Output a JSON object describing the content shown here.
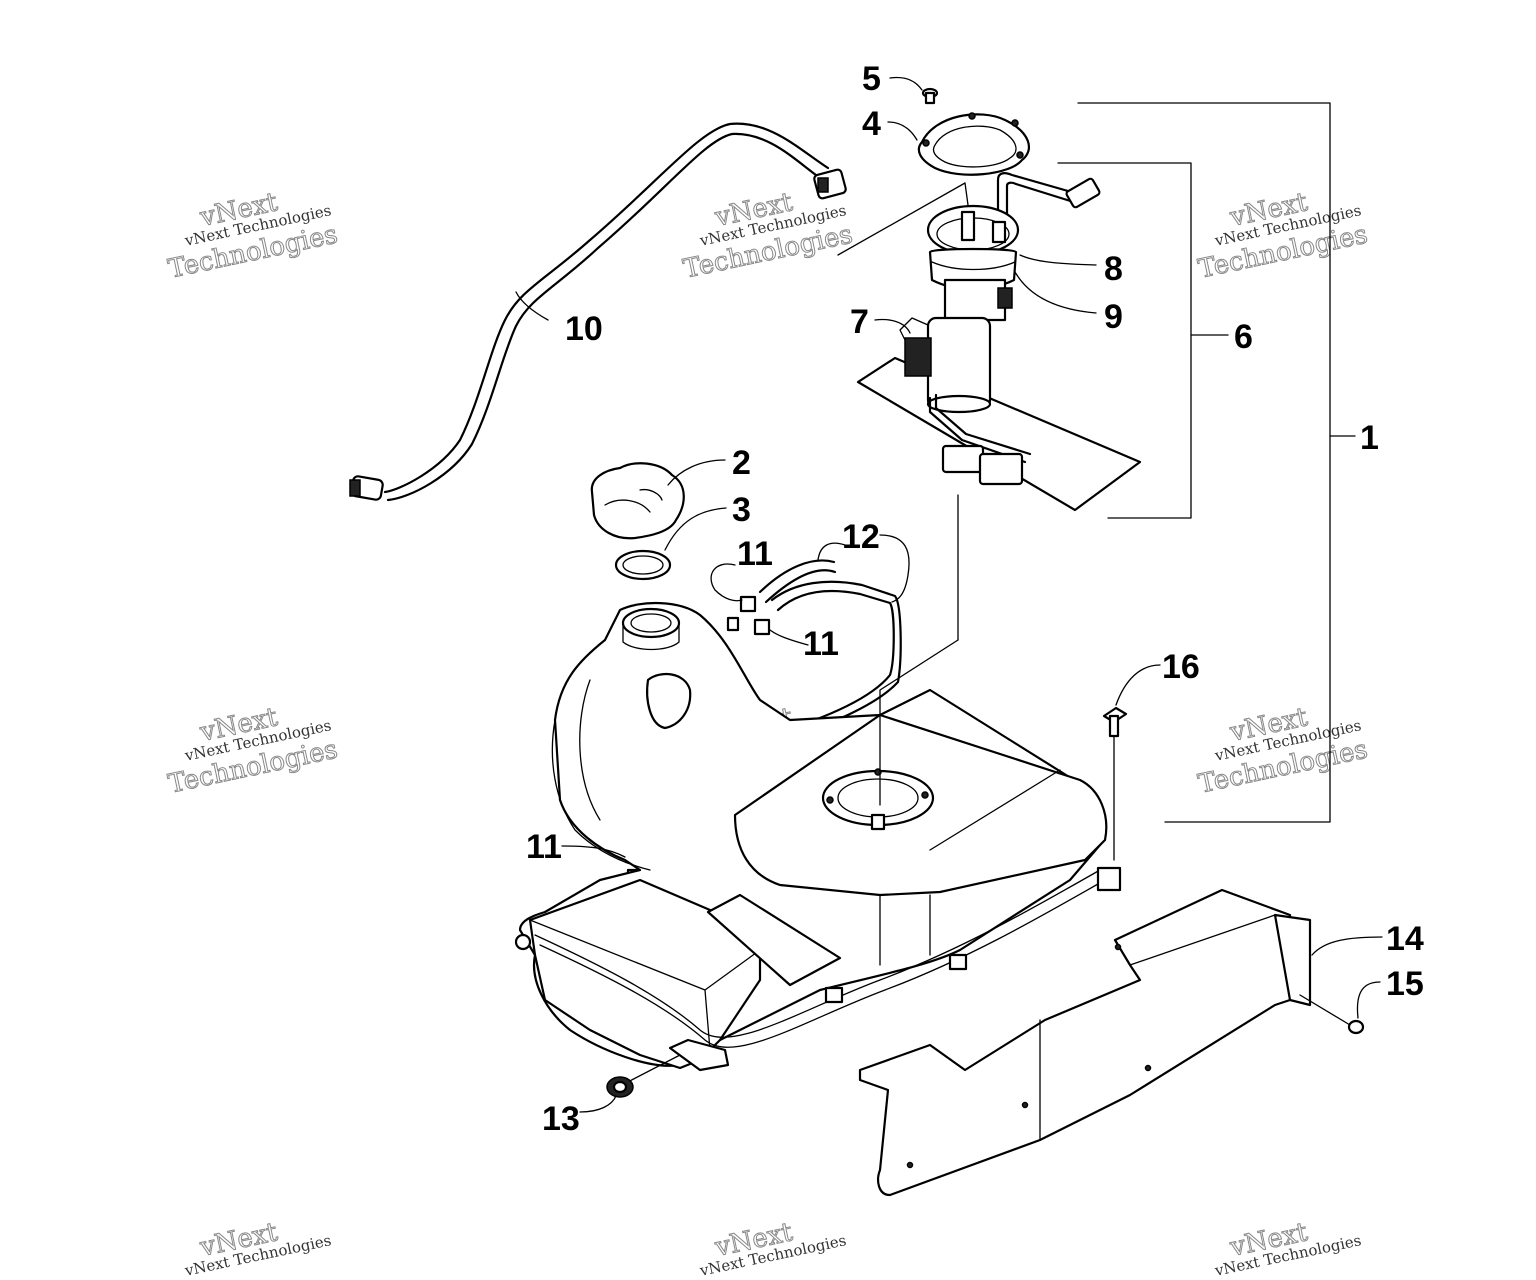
{
  "callouts": {
    "c1": "1",
    "c2": "2",
    "c3": "3",
    "c4": "4",
    "c5": "5",
    "c6": "6",
    "c7": "7",
    "c8": "8",
    "c9": "9",
    "c10": "10",
    "c11a": "11",
    "c11b": "11",
    "c11c": "11",
    "c12": "12",
    "c13": "13",
    "c14": "14",
    "c15": "15",
    "c16": "16"
  },
  "watermark": {
    "line1": "vNext Technologies",
    "line2a": "vNext",
    "line2b": "Technologies"
  },
  "colors": {
    "ink": "#000000",
    "paper": "#ffffff",
    "watermark": "#888888"
  }
}
